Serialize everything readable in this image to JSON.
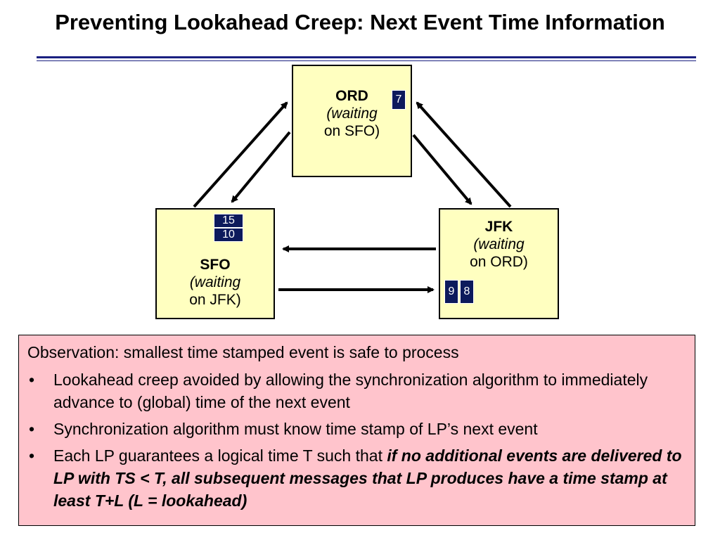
{
  "slide": {
    "title": "Preventing Lookahead Creep: Next Event Time Information"
  },
  "nodes": {
    "ord": {
      "name": "ORD",
      "wait_line1": "(waiting",
      "wait_line2": "on SFO)",
      "stamps": [
        "7"
      ]
    },
    "sfo": {
      "name": "SFO",
      "wait_line1": "(waiting",
      "wait_line2": "on JFK)",
      "stamps": [
        "15",
        "10"
      ]
    },
    "jfk": {
      "name": "JFK",
      "wait_line1": "(waiting",
      "wait_line2": "on ORD)",
      "stamps": [
        "9",
        "8"
      ]
    }
  },
  "observation": {
    "heading": "Observation: smallest time stamped event is safe to process",
    "bullet1": "Lookahead creep avoided by allowing the synchronization algorithm to immediately advance to (global) time of the next event",
    "bullet2": "Synchronization algorithm must know time stamp of LP’s next event",
    "bullet3_plain": "Each LP guarantees a logical time T such that ",
    "bullet3_emphasis": "if no additional events are delivered to LP with TS < T, all subsequent messages that LP produces have a time stamp at least T+L (L = lookahead)"
  },
  "colors": {
    "node_fill": "#ffffc0",
    "stamp_fill": "#0d1a5c",
    "observation_fill": "#ffc4cc",
    "rule_color": "#1a2080"
  }
}
